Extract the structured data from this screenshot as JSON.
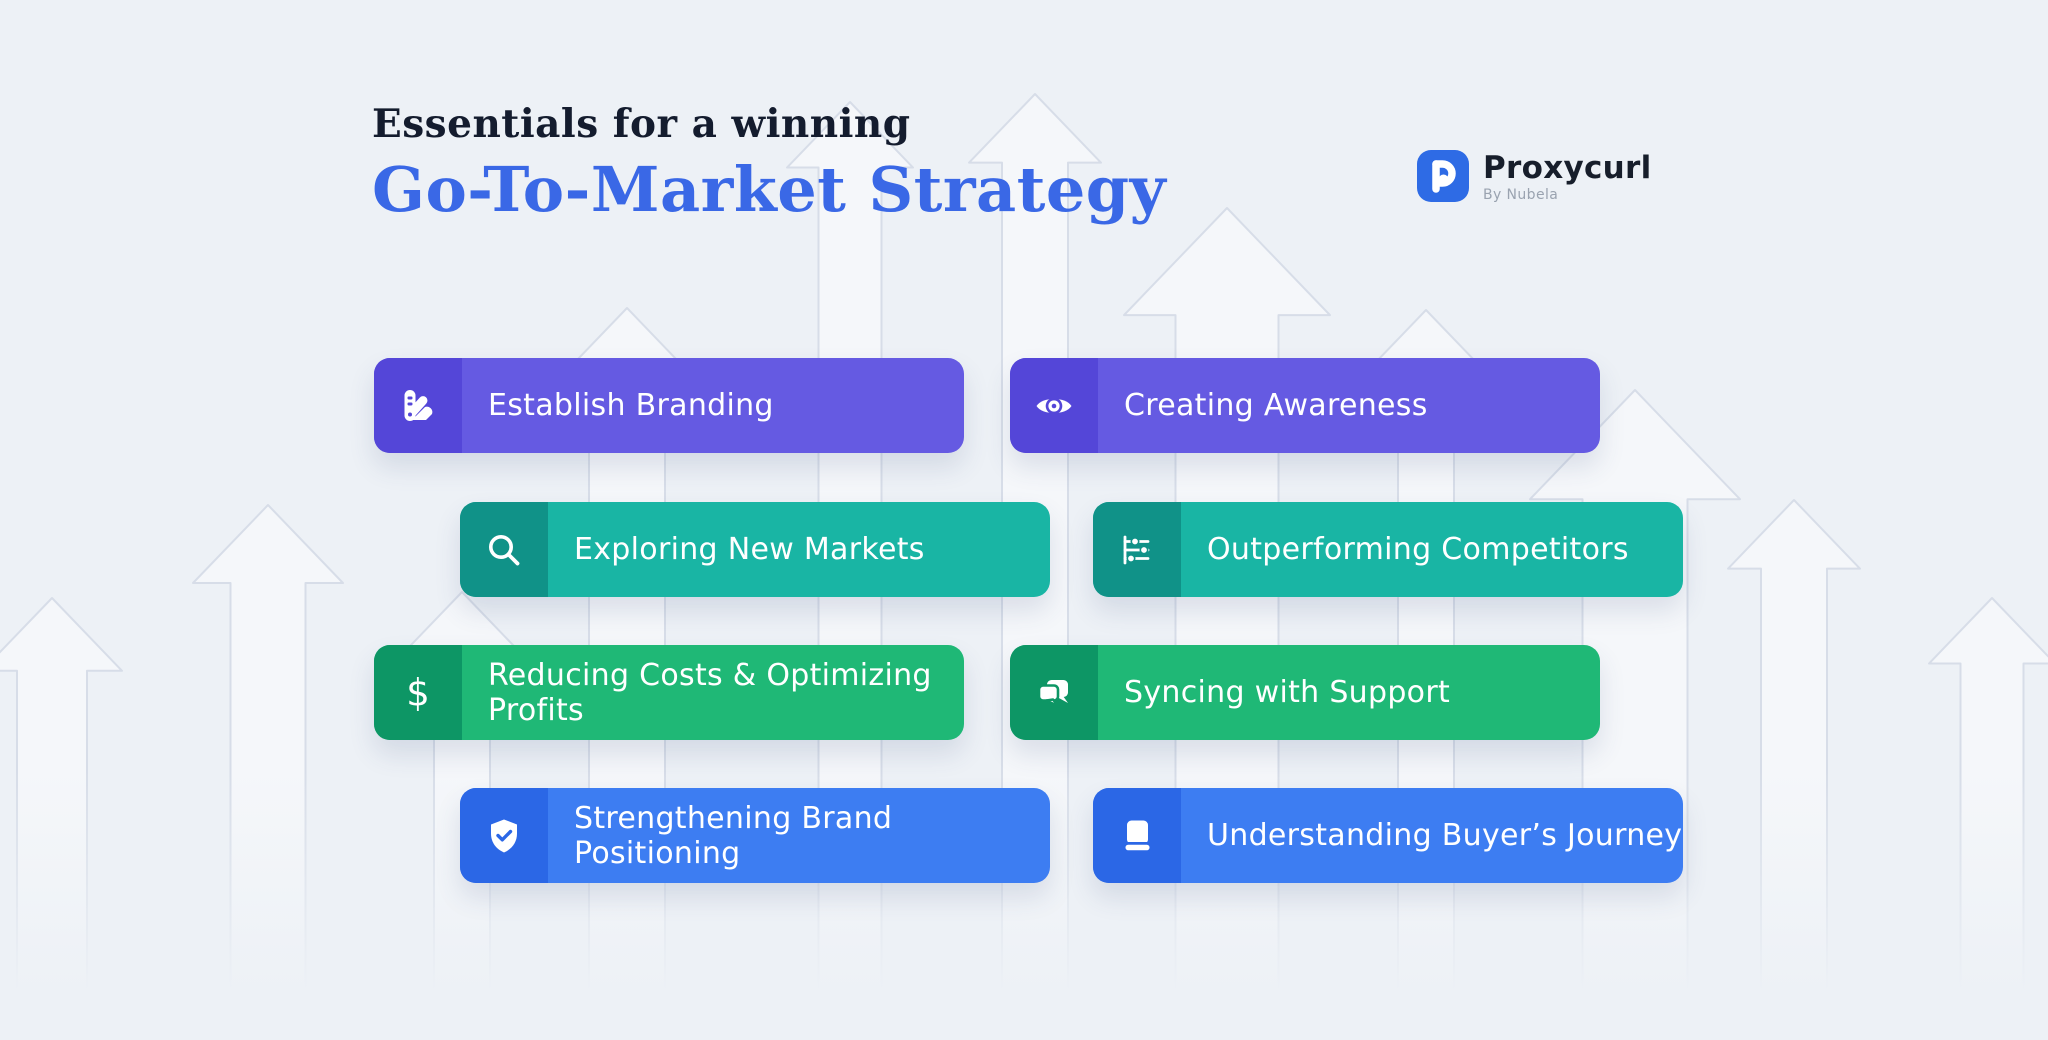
{
  "title": {
    "line1": "Essentials for a winning",
    "line2": "Go-To-Market Strategy"
  },
  "logo": {
    "name": "Proxycurl",
    "tagline": "By Nubela",
    "icon": "proxycurl-p-icon",
    "icon_color": "#2E6BE5"
  },
  "colors": {
    "background": "#EDF1F6",
    "title_primary": "#141C2E",
    "title_accent": "#3A68E6",
    "arrow_outline": "#D7DDE8",
    "pill_text": "#FFFFFF"
  },
  "items": [
    {
      "label": "Establish Branding",
      "icon": "swatchbook-icon",
      "icon_bg": "#5446D8",
      "body_bg": "#655AE2"
    },
    {
      "label": "Creating Awareness",
      "icon": "eye-icon",
      "icon_bg": "#5446D8",
      "body_bg": "#655AE2"
    },
    {
      "label": "Exploring New Markets",
      "icon": "search-icon",
      "icon_bg": "#109288",
      "body_bg": "#19B5A4"
    },
    {
      "label": "Outperforming Competitors",
      "icon": "sliders-icon",
      "icon_bg": "#109288",
      "body_bg": "#19B5A4"
    },
    {
      "label": "Reducing Costs & Optimizing Profits",
      "icon": "dollar-icon",
      "icon_bg": "#0D9665",
      "body_bg": "#1FB876"
    },
    {
      "label": "Syncing with Support",
      "icon": "chat-icon",
      "icon_bg": "#0D9665",
      "body_bg": "#1FB876"
    },
    {
      "label": "Strengthening Brand Positioning",
      "icon": "shield-check-icon",
      "icon_bg": "#2B67E6",
      "body_bg": "#3D7DF2"
    },
    {
      "label": "Understanding Buyer’s Journey",
      "icon": "book-icon",
      "icon_bg": "#2B67E6",
      "body_bg": "#3D7DF2"
    }
  ]
}
